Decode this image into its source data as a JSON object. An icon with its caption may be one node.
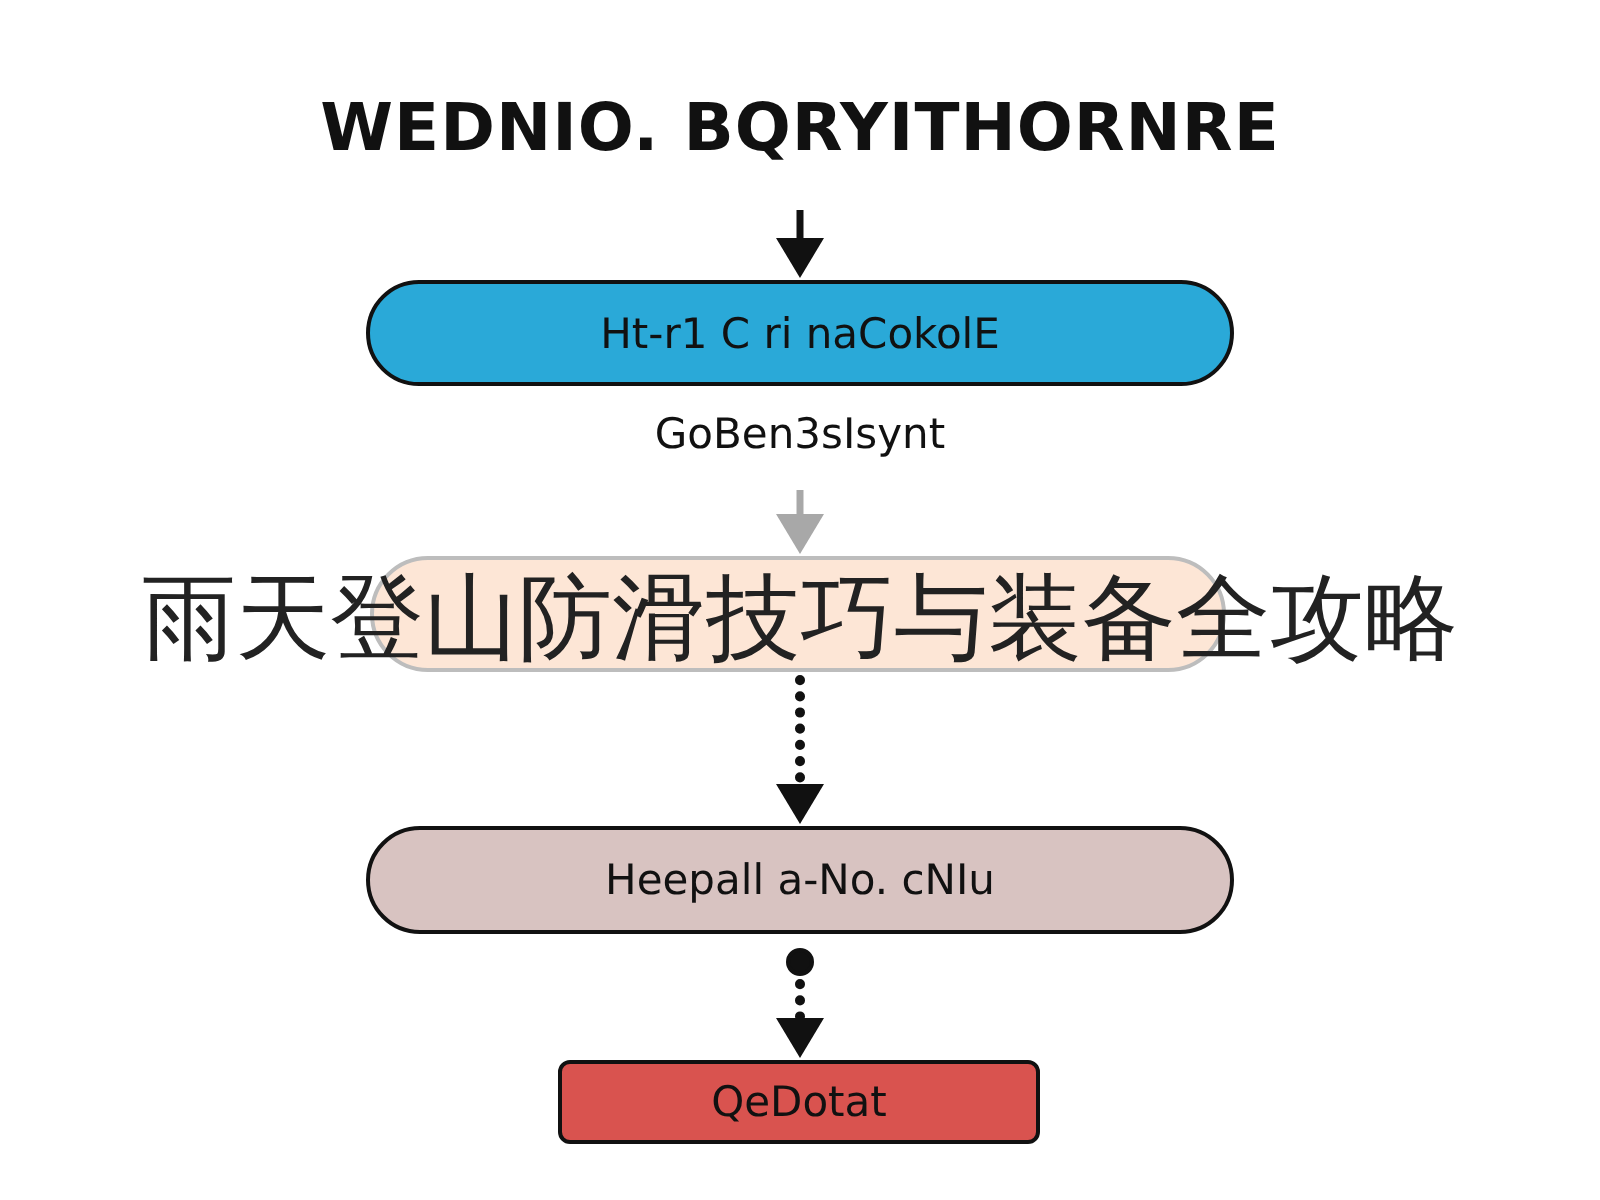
{
  "diagram": {
    "title": "WEDNIO. BQRYITHORNRE",
    "nodes": [
      {
        "text": [
          "Ht-r1 C ri naCokolE"
        ],
        "beside": [
          "GoBen3sIsynt"
        ]
      },
      {
        "text": [],
        "shape": "box"
      },
      {
        "text": [
          "Heepall a-No. cNIu"
        ]
      },
      {
        "text": [],
        "shape": "circle"
      },
      {
        "text": [
          "QeDotat"
        ]
      }
    ],
    "edges": [
      {
        "from": null,
        "to": 0,
        "arrow": "to"
      },
      {
        "from": 0,
        "to": 1,
        "arrow": "to",
        "color": "#a8a8a8"
      },
      {
        "from": 1,
        "to": 2,
        "arrow": "to",
        "style": "dashed"
      },
      {
        "from": 3,
        "to": 4,
        "arrow": "to",
        "style": "dashed"
      }
    ],
    "labels": [
      "雨天登山防滑技巧与装备全攻略"
    ]
  }
}
